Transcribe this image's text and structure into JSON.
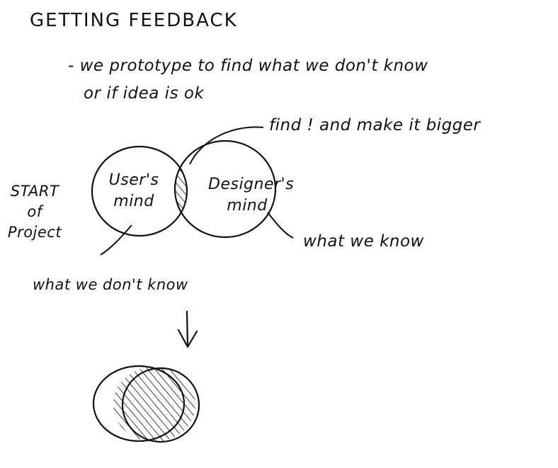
{
  "title": "GETTING FEEDBACK",
  "notes": {
    "line1": "- we prototype to find what we don't know",
    "line2": "or if idea is ok"
  },
  "labels": {
    "find_and_make": "find ! and make it bigger",
    "users_mind": "User's mind",
    "designers_mind": "Designer's mind",
    "start_of_project": "START of Project",
    "what_we_know": "what we know",
    "what_we_dont_know": "what we don't know"
  },
  "colors": {
    "ink": "#111111",
    "paper": "#ffffff"
  }
}
